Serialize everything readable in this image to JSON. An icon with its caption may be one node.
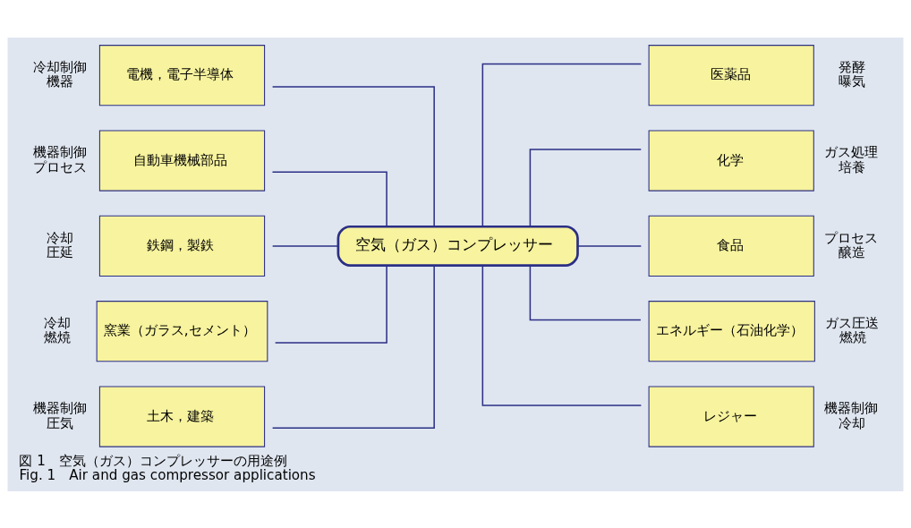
{
  "diagram": {
    "caption": "図 1　空気（ガス）コンプレッサーの用途例",
    "nodes": [
      {
        "text": [
          "空気（ガス）コンプレッサー"
        ]
      },
      {
        "text": [
          "電機，電子半導体"
        ],
        "beside": [
          "冷却制御",
          "機器"
        ]
      },
      {
        "text": [
          "自動車機械部品"
        ],
        "beside": [
          "機器制御",
          "プロセス"
        ]
      },
      {
        "text": [
          "鉄鋼，製鉄"
        ],
        "beside": [
          "冷却",
          "圧延"
        ]
      },
      {
        "text": [
          "窯業（ガラス,セメント）"
        ],
        "beside": [
          "冷却",
          "燃焼"
        ]
      },
      {
        "text": [
          "土木，建築"
        ],
        "beside": [
          "機器制御",
          "圧気"
        ]
      },
      {
        "text": [
          "医薬品"
        ],
        "beside": [
          "発酵",
          "曝気"
        ]
      },
      {
        "text": [
          "化学"
        ],
        "beside": [
          "ガス処理",
          "培養"
        ]
      },
      {
        "text": [
          "食品"
        ],
        "beside": [
          "プロセス",
          "醸造"
        ]
      },
      {
        "text": [
          "エネルギー（石油化学）"
        ],
        "beside": [
          "ガス圧送",
          "燃焼"
        ]
      },
      {
        "text": [
          "レジャー"
        ],
        "beside": [
          "機器制御",
          "冷却"
        ]
      }
    ],
    "edges": [
      {
        "from": 1,
        "to": 0,
        "arrow": "none"
      },
      {
        "from": 2,
        "to": 0,
        "arrow": "none"
      },
      {
        "from": 3,
        "to": 0,
        "arrow": "none"
      },
      {
        "from": 4,
        "to": 0,
        "arrow": "none"
      },
      {
        "from": 5,
        "to": 0,
        "arrow": "none"
      },
      {
        "from": 0,
        "to": 6,
        "arrow": "none"
      },
      {
        "from": 0,
        "to": 7,
        "arrow": "none"
      },
      {
        "from": 0,
        "to": 8,
        "arrow": "none"
      },
      {
        "from": 0,
        "to": 9,
        "arrow": "none"
      },
      {
        "from": 0,
        "to": 10,
        "arrow": "none"
      }
    ],
    "labels": [
      "Fig. 1　Air and gas compressor applications"
    ]
  }
}
